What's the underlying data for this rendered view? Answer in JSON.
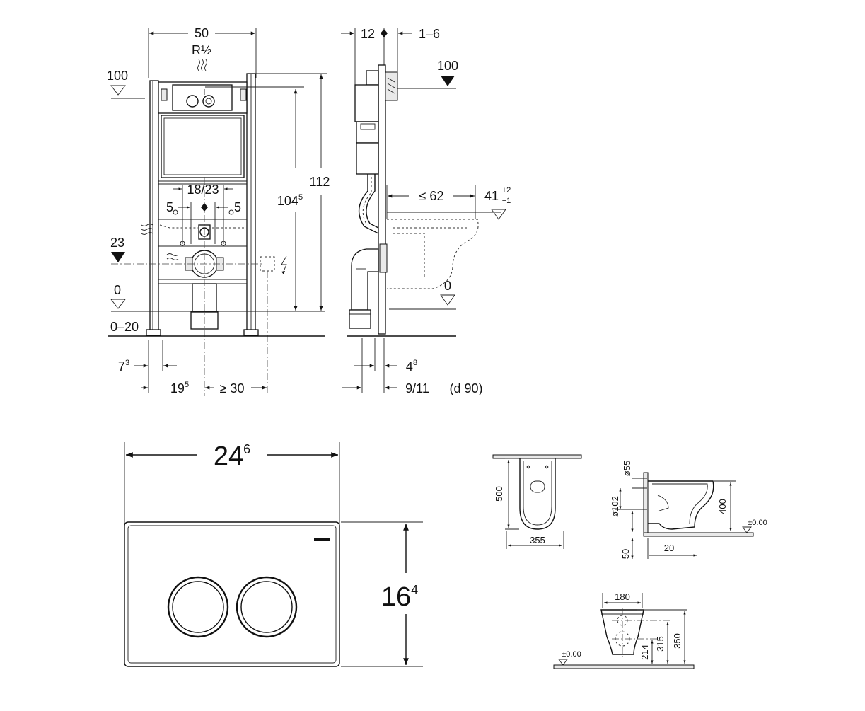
{
  "frame_front": {
    "width_top": "50",
    "thread": "R½",
    "level_100": "100",
    "level_23": "23",
    "level_0": "0",
    "floor_adj": "0–20",
    "spacing_center": "18/23",
    "offset_left": "5",
    "offset_right": "5",
    "height_total": "112",
    "height_inner": "104",
    "height_inner_sup": "5",
    "leg_left": "7",
    "leg_left_sup": "3",
    "drain_offset": "19",
    "drain_offset_sup": "5",
    "socket_min": "≥ 30"
  },
  "frame_side": {
    "depth_top": "12",
    "depth_adj": "1–6",
    "level_100": "100",
    "projection": "≤ 62",
    "bowl_height": "41",
    "bowl_height_tol_plus": "+2",
    "bowl_height_tol_minus": "−1",
    "level_0": "0",
    "leg_offset": "4",
    "leg_offset_sup": "8",
    "pipe": "9/11",
    "pipe_diameter": "(d 90)"
  },
  "flush_plate": {
    "width": "24",
    "width_sup": "6",
    "height": "16",
    "height_sup": "4"
  },
  "bowl_top": {
    "depth": "500",
    "width": "355"
  },
  "bowl_side": {
    "inlet": "ø55",
    "outlet": "ø102",
    "height": "400",
    "level": "±0.00",
    "gap": "50",
    "offset": "20"
  },
  "bowl_front": {
    "width": "180",
    "level": "±0.00",
    "h_outlet": "214",
    "h_inlet": "315",
    "h_total": "350"
  }
}
